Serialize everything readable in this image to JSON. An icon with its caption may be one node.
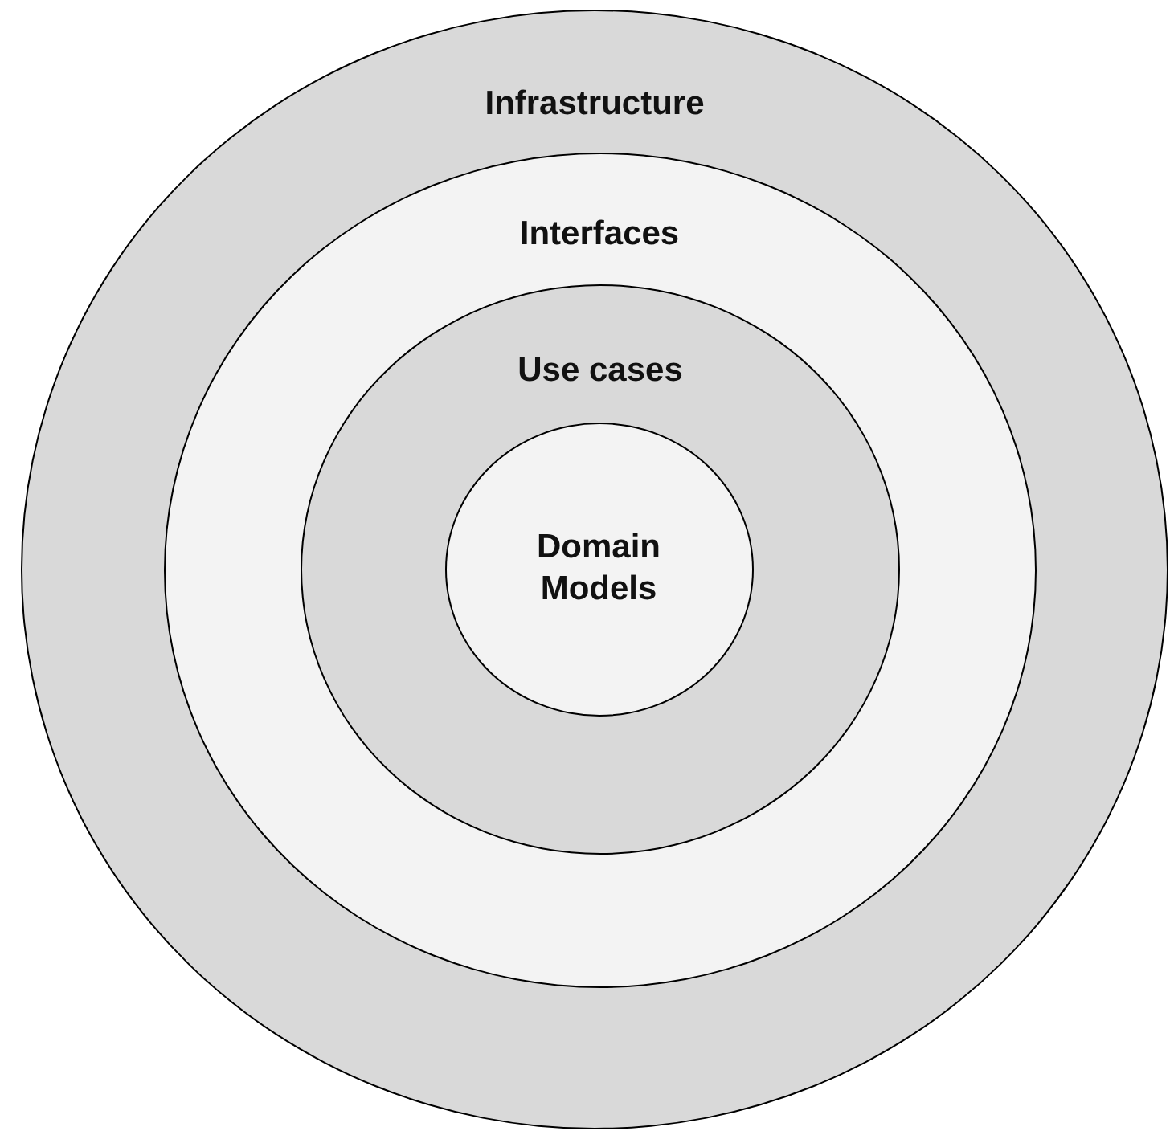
{
  "diagram": {
    "nodes": [
      {
        "text": [
          "Infrastructure"
        ]
      },
      {
        "text": [
          "Interfaces"
        ],
        "in": 0
      },
      {
        "text": [
          "Use cases"
        ],
        "in": 1
      },
      {
        "text": [
          "Domain Models"
        ],
        "in": 2
      }
    ]
  }
}
